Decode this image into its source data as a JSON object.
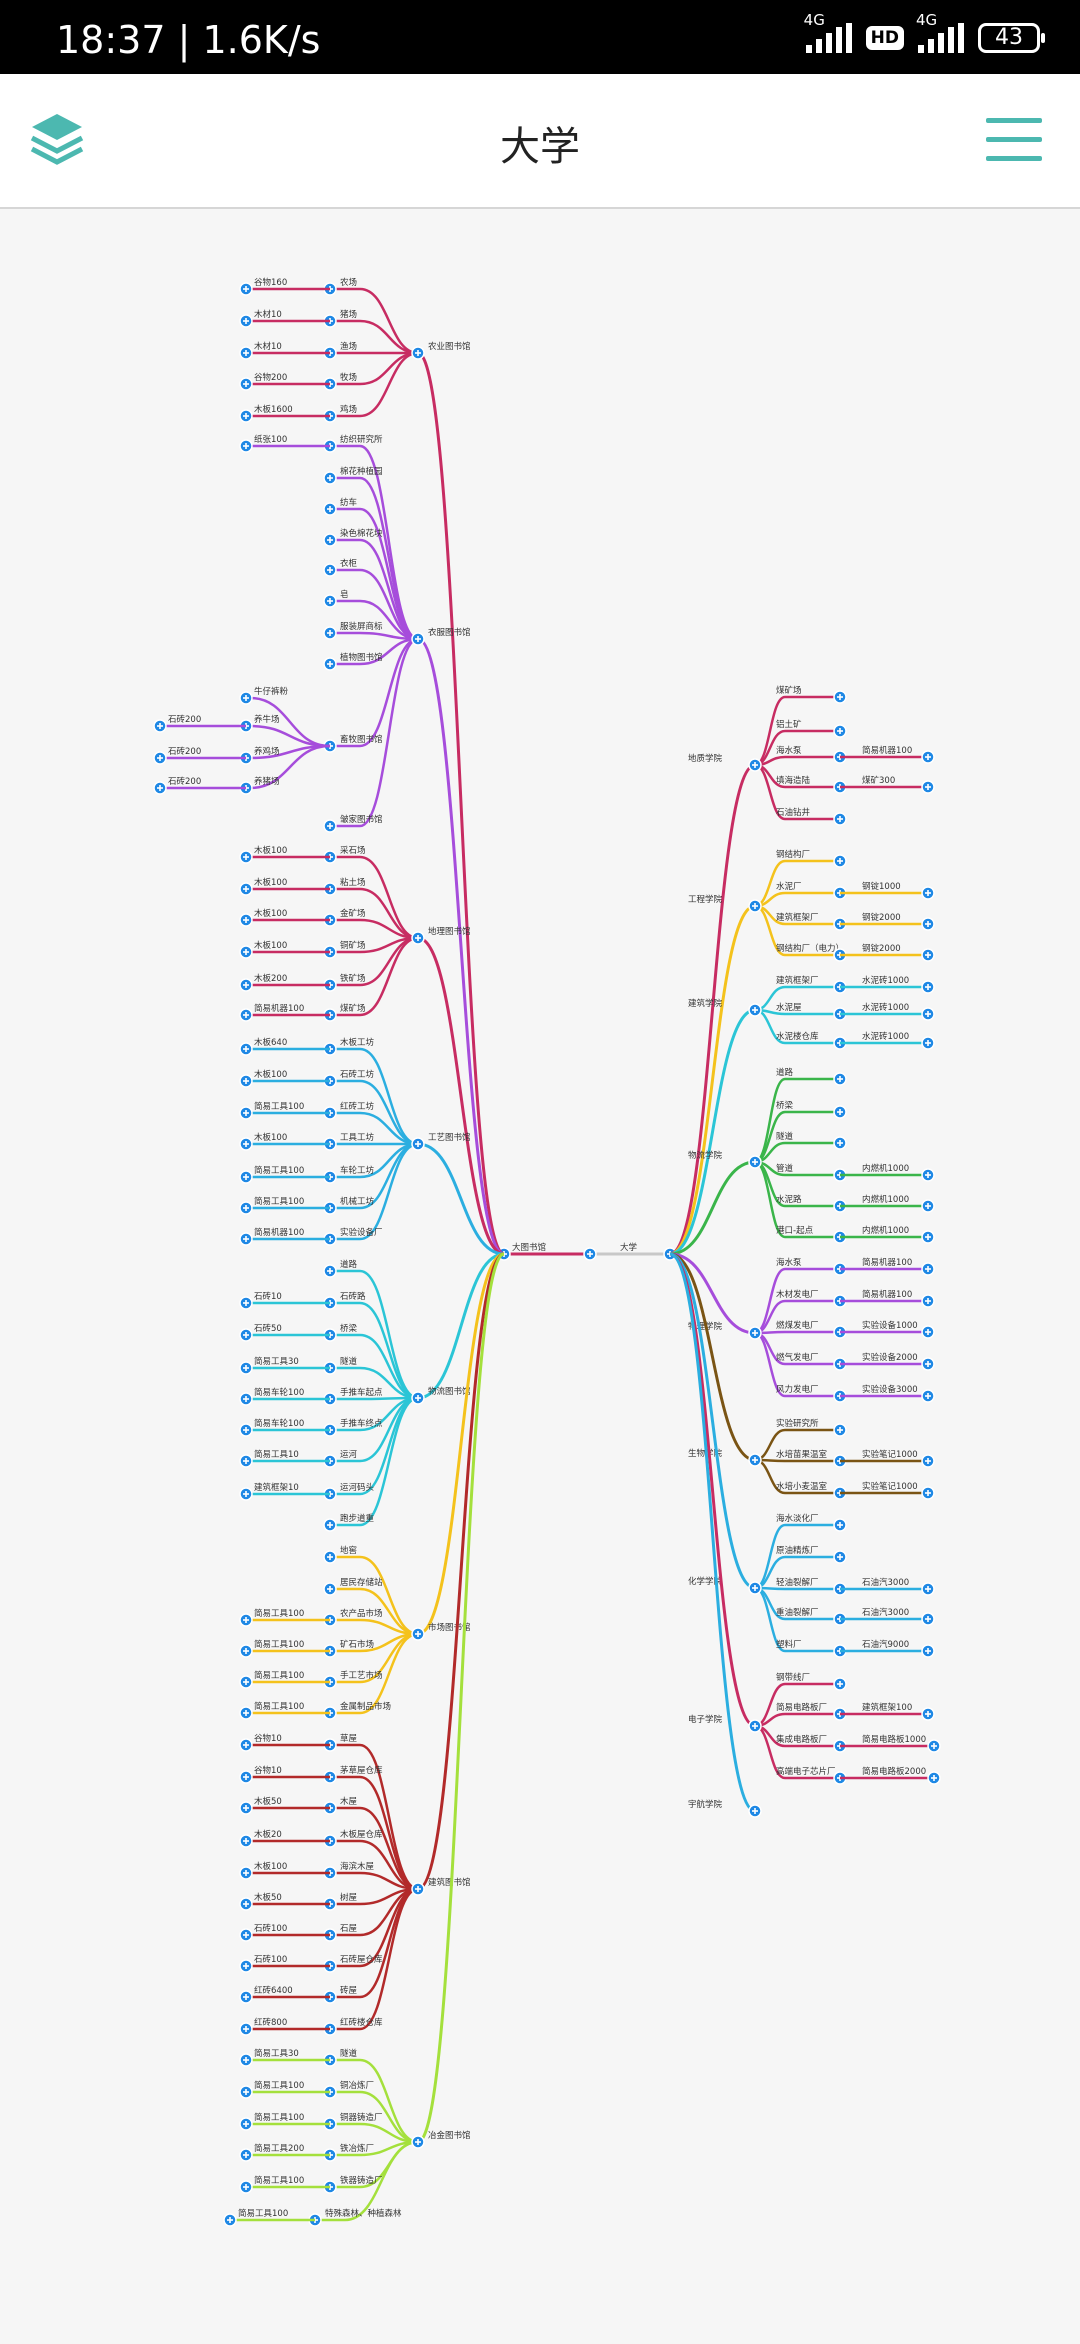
{
  "status": {
    "time": "18:37 | 1.6K/s",
    "network1": "4G",
    "hd": "HD",
    "network2": "4G",
    "battery": "43"
  },
  "header": {
    "title": "大学",
    "layers_icon": "layers-icon",
    "menu_icon": "menu-icon"
  },
  "colors": {
    "accent": "#4cb8b0",
    "handle": "#1e88e5"
  },
  "mindmap": {
    "root": "大学",
    "left_hub": "大图书馆",
    "left": [
      {
        "name": "农业图书馆",
        "color": "#c72c62",
        "children": [
          {
            "name": "农场",
            "leaf": "谷物160"
          },
          {
            "name": "猪场",
            "leaf": "木材10"
          },
          {
            "name": "渔场",
            "leaf": "木材10"
          },
          {
            "name": "牧场",
            "leaf": "谷物200"
          },
          {
            "name": "鸡场",
            "leaf": "木板1600"
          }
        ]
      },
      {
        "name": "衣服图书馆",
        "color": "#a64ddb",
        "children": [
          {
            "name": "纺织研究所",
            "leaf": "纸张100"
          },
          {
            "name": "棉花种植园"
          },
          {
            "name": "纺车"
          },
          {
            "name": "染色棉花块"
          },
          {
            "name": "衣柜"
          },
          {
            "name": "皂"
          },
          {
            "name": "服装屏商标"
          },
          {
            "name": "植物图书馆"
          },
          {
            "name": "畜牧图书馆",
            "subs": [
              "牛仔裤粉",
              "养牛场",
              "养鸡场",
              "养猪场"
            ],
            "subleaves": [
              "",
              "石砖200",
              "石砖200",
              "石砖200"
            ]
          },
          {
            "name": "皱家图书馆"
          }
        ]
      },
      {
        "name": "地理图书馆",
        "color": "#c72c62",
        "children": [
          {
            "name": "采石场",
            "leaf": "木板100"
          },
          {
            "name": "粘土场",
            "leaf": "木板100"
          },
          {
            "name": "金矿场",
            "leaf": "木板100"
          },
          {
            "name": "铜矿场",
            "leaf": "木板100"
          },
          {
            "name": "铁矿场",
            "leaf": "木板200"
          },
          {
            "name": "煤矿场",
            "leaf": "简易机器100"
          }
        ]
      },
      {
        "name": "工艺图书馆",
        "color": "#2baee0",
        "children": [
          {
            "name": "木板工坊",
            "leaf": "木板640"
          },
          {
            "name": "石砖工坊",
            "leaf": "木板100"
          },
          {
            "name": "红砖工坊",
            "leaf": "简易工具100"
          },
          {
            "name": "工具工坊",
            "leaf": "木板100"
          },
          {
            "name": "车轮工坊",
            "leaf": "简易工具100"
          },
          {
            "name": "机械工坊",
            "leaf": "简易工具100"
          },
          {
            "name": "实验设备厂",
            "leaf": "简易机器100"
          }
        ]
      },
      {
        "name": "物流图书馆",
        "color": "#2bc5d6",
        "children": [
          {
            "name": "道路"
          },
          {
            "name": "石砖路",
            "leaf": "石砖10"
          },
          {
            "name": "桥梁",
            "leaf": "石砖50"
          },
          {
            "name": "隧道",
            "leaf": "简易工具30"
          },
          {
            "name": "手推车起点",
            "leaf": "简易车轮100"
          },
          {
            "name": "手推车终点",
            "leaf": "简易车轮100"
          },
          {
            "name": "运河",
            "leaf": "简易工具10"
          },
          {
            "name": "运河码头",
            "leaf": "建筑框架10"
          },
          {
            "name": "跑步道重"
          }
        ]
      },
      {
        "name": "市场图书馆",
        "color": "#f4c21c",
        "children": [
          {
            "name": "地窖"
          },
          {
            "name": "居民存储站"
          },
          {
            "name": "农产品市场",
            "leaf": "简易工具100"
          },
          {
            "name": "矿石市场",
            "leaf": "简易工具100"
          },
          {
            "name": "手工艺市场",
            "leaf": "简易工具100"
          },
          {
            "name": "金属制品市场",
            "leaf": "简易工具100"
          }
        ]
      },
      {
        "name": "建筑图书馆",
        "color": "#b22a2a",
        "children": [
          {
            "name": "草屋",
            "leaf": "谷物10"
          },
          {
            "name": "茅草屋仓库",
            "leaf": "谷物10"
          },
          {
            "name": "木屋",
            "leaf": "木板50"
          },
          {
            "name": "木板屋仓库",
            "leaf": "木板20"
          },
          {
            "name": "海滨木屋",
            "leaf": "木板100"
          },
          {
            "name": "树屋",
            "leaf": "木板50"
          },
          {
            "name": "石屋",
            "leaf": "石砖100"
          },
          {
            "name": "石砖屋仓库",
            "leaf": "石砖100"
          },
          {
            "name": "砖屋",
            "leaf": "红砖6400"
          },
          {
            "name": "红砖楼仓库",
            "leaf": "红砖800"
          }
        ]
      },
      {
        "name": "冶金图书馆",
        "color": "#a4e03c",
        "children": [
          {
            "name": "隧道",
            "leaf": "简易工具30"
          },
          {
            "name": "铜冶炼厂",
            "leaf": "简易工具100"
          },
          {
            "name": "铜器铸造厂",
            "leaf": "简易工具100"
          },
          {
            "name": "铁冶炼厂",
            "leaf": "简易工具200"
          },
          {
            "name": "铁器铸造厂",
            "leaf": "简易工具100"
          },
          {
            "name": "特殊森林、种植森林",
            "leaf": "简易工具100"
          }
        ]
      }
    ],
    "right": [
      {
        "name": "地质学院",
        "color": "#c72c62",
        "children": [
          {
            "name": "煤矿场"
          },
          {
            "name": "铝土矿"
          },
          {
            "name": "海水泵",
            "leaf": "简易机器100"
          },
          {
            "name": "填海造陆",
            "leaf": "煤矿300"
          },
          {
            "name": "石油钻井"
          }
        ]
      },
      {
        "name": "工程学院",
        "color": "#f4c21c",
        "children": [
          {
            "name": "钢结构厂"
          },
          {
            "name": "水泥厂",
            "leaf": "钢锭1000"
          },
          {
            "name": "建筑框架厂",
            "leaf": "钢锭2000"
          },
          {
            "name": "钢结构厂（电力）",
            "leaf": "钢锭2000"
          }
        ]
      },
      {
        "name": "建筑学院",
        "color": "#2bc5d6",
        "children": [
          {
            "name": "建筑框架厂",
            "leaf": "水泥砖1000"
          },
          {
            "name": "水泥屋",
            "leaf": "水泥砖1000"
          },
          {
            "name": "水泥楼仓库",
            "leaf": "水泥砖1000"
          }
        ]
      },
      {
        "name": "物流学院",
        "color": "#3ab54a",
        "children": [
          {
            "name": "道路"
          },
          {
            "name": "桥梁"
          },
          {
            "name": "隧道"
          },
          {
            "name": "管道",
            "leaf": "内燃机1000"
          },
          {
            "name": "水泥路",
            "leaf": "内燃机1000"
          },
          {
            "name": "港口-起点",
            "leaf": "内燃机1000"
          }
        ]
      },
      {
        "name": "物理学院",
        "color": "#a64ddb",
        "children": [
          {
            "name": "海水泵",
            "leaf": "简易机器100"
          },
          {
            "name": "木材发电厂",
            "leaf": "简易机器100"
          },
          {
            "name": "燃煤发电厂",
            "leaf": "实验设备1000"
          },
          {
            "name": "燃气发电厂",
            "leaf": "实验设备2000"
          },
          {
            "name": "风力发电厂",
            "leaf": "实验设备3000"
          }
        ]
      },
      {
        "name": "生物学院",
        "color": "#7a5414",
        "children": [
          {
            "name": "实验研究所"
          },
          {
            "name": "水培苗果温室",
            "leaf": "实验笔记1000"
          },
          {
            "name": "水培小麦温室",
            "leaf": "实验笔记1000"
          }
        ]
      },
      {
        "name": "化学学院",
        "color": "#2baee0",
        "children": [
          {
            "name": "海水淡化厂"
          },
          {
            "name": "原油精炼厂"
          },
          {
            "name": "轻油裂解厂",
            "leaf": "石油汽3000"
          },
          {
            "name": "重油裂解厂",
            "leaf": "石油汽3000"
          },
          {
            "name": "塑料厂",
            "leaf": "石油汽9000"
          }
        ]
      },
      {
        "name": "电子学院",
        "color": "#c72c62",
        "children": [
          {
            "name": "钢带线厂"
          },
          {
            "name": "简易电路板厂",
            "leaf": "建筑框架100"
          },
          {
            "name": "集成电路板厂",
            "leaf": "简易电路板1000"
          },
          {
            "name": "高端电子芯片厂",
            "leaf": "简易电路板2000"
          }
        ]
      },
      {
        "name": "宇航学院",
        "color": "#2baee0",
        "children": []
      }
    ]
  }
}
